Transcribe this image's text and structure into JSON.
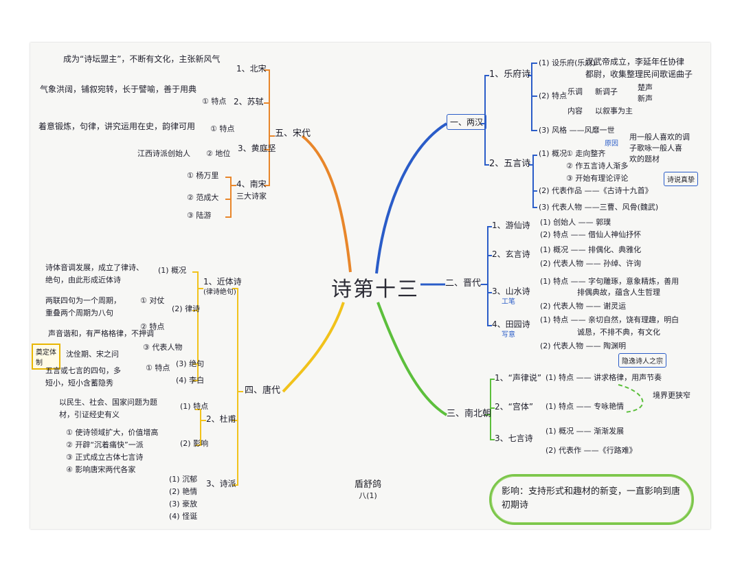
{
  "center": "诗第十三",
  "branches": {
    "han": {
      "label": "一、两汉",
      "yuefu": {
        "label": "1、乐府诗",
        "item1": "(1) 设乐府(乐府)",
        "item1_note1": "汉武帝成立，李延年任协律",
        "item1_note2": "都尉，收集整理民间歌谣曲子",
        "item2": "(2) 特点",
        "item2_a": "乐调",
        "item2_a_val": "新调子",
        "item2_a_sub1": "楚声",
        "item2_a_sub2": "新声",
        "item2_b": "内容",
        "item2_b_val": "以叙事为主",
        "item3": "(3) 风格 ——风靡一世",
        "item3_note1": "用一般人喜欢的调",
        "item3_note2": "子歌咏一般人喜",
        "item3_note3": "欢的题材",
        "item3_tag": "原因"
      },
      "wuyan": {
        "label": "2、五言诗",
        "item1": "(1) 概况",
        "item1_a": "① 走向整齐",
        "item1_b": "② 作五言诗人渐多",
        "item1_c": "③ 开始有理论评论",
        "item2": "(2) 代表作品 ——《古诗十九首》",
        "item3": "(3) 代表人物 ——三曹、风骨(魏武)",
        "tag": "诗说真挚"
      }
    },
    "jin": {
      "label": "二、晋代",
      "youxian": {
        "label": "1、游仙诗",
        "item1": "(1) 创始人 —— 郭璞",
        "item2": "(2) 特点 —— 借仙人神仙抒怀"
      },
      "xuanyan": {
        "label": "2、玄言诗",
        "item1": "(1) 概况 —— 排偶化、典雅化",
        "item2": "(2) 代表人物 —— 孙绰、许询"
      },
      "shanshui": {
        "label": "3、山水诗",
        "tag": "工笔",
        "item1": "(1) 特点 —— 字句雕琢，意象精炼，善用",
        "item1b": "排偶典故，蕴含人生哲理",
        "item2": "(2) 代表人物 —— 谢灵运"
      },
      "tianyuan": {
        "label": "4、田园诗",
        "tag": "写意",
        "item1": "(1) 特点 —— 亲切自然，饶有理趣，明白",
        "item1b": "诚恳，不排不典，有文化",
        "item2": "(2) 代表人物 —— 陶渊明",
        "tag2": "隐逸诗人之宗"
      }
    },
    "nanbei": {
      "label": "三、南北朝",
      "shenglv": {
        "label": "1、“声律说”",
        "item1": "(1) 特点 —— 讲求格律，用声节奏"
      },
      "gongti": {
        "label": "2、“宫体”",
        "item1": "(1) 特点 —— 专咏艳情"
      },
      "note": "境界更狭窄",
      "qiyan": {
        "label": "3、七言诗",
        "item1": "(1) 概况 —— 渐渐发展",
        "item2": "(2) 代表作 ——《行路难》"
      },
      "influence": "影响：支持形式和趣材的新变，一直影响到唐初期诗"
    },
    "song": {
      "label": "五、宋代",
      "beisong": {
        "label": "1、北宋",
        "note": "成为“诗坛盟主”，不断有文化，主张新风气"
      },
      "sushi": {
        "label": "2、苏轼",
        "item": "① 特点",
        "note": "气象洪阔，铺叙宛转，长于譬喻，善于用典"
      },
      "huangtingjian": {
        "label": "3、黄庭坚",
        "item1": "① 特点",
        "note1": "着意锻炼，句律，讲究运用在史，韵律可用",
        "item2": "② 地位",
        "note2": "江西诗派创始人"
      },
      "nansong": {
        "label": "4、南宋",
        "label2": "三大诗家",
        "p1": "① 杨万里",
        "p2": "② 范成大",
        "p3": "③ 陆游"
      }
    },
    "tang": {
      "label": "四、唐代",
      "jinti": {
        "label": "1、近体诗",
        "label2": "(律诗绝句)",
        "gaikuang": "(1) 概况",
        "gaikuang_note1": "诗体音调发展，成立了律诗、",
        "gaikuang_note2": "绝句，由此形成近体诗",
        "lvshi": "(2) 律诗",
        "duizhang": "① 对仗",
        "duizhang_note1": "两联四句为一个周期，",
        "duizhang_note2": "重叠两个周期为八句",
        "tedian": "② 特点",
        "tedian_note": "声音谐和，有严格格律，不押调",
        "renwu": "③ 代表人物",
        "renwu_note": "沈佺期、宋之问",
        "tag": "奠定体制",
        "jueju": "(3) 绝句",
        "jueju_a": "① 特点",
        "jueju_note1": "五言或七言的四句，多",
        "jueju_note2": "短小，短小含蓄隐秀",
        "libai": "(4) 李白"
      },
      "dufu": {
        "label": "2、杜甫",
        "tedian": "(1) 特点",
        "tedian_note1": "以民生、社会、国家问题为题",
        "tedian_note2": "材，引证经史有义",
        "yingxiang": "(2) 影响",
        "y1": "① 使诗领域扩大，价值增高",
        "y2": "② 开辟“沉着痛快”一派",
        "y3": "③ 正式成立古体七言诗",
        "y4": "④ 影响唐宋两代各家"
      },
      "shipai": {
        "label": "3、诗派",
        "s1": "(1) 沉郁",
        "s2": "(2) 艳情",
        "s3": "(3) 豪放",
        "s4": "(4) 怪诞"
      }
    }
  },
  "signature": {
    "name": "盾舒鸽",
    "class": "八(1)"
  },
  "colors": {
    "han": "#2a5cc8",
    "jin": "#2a5cc8",
    "nanbei": "#5cbf3c",
    "song": "#e8862a",
    "tang": "#f1c21b",
    "ink": "#1d1d2a"
  }
}
